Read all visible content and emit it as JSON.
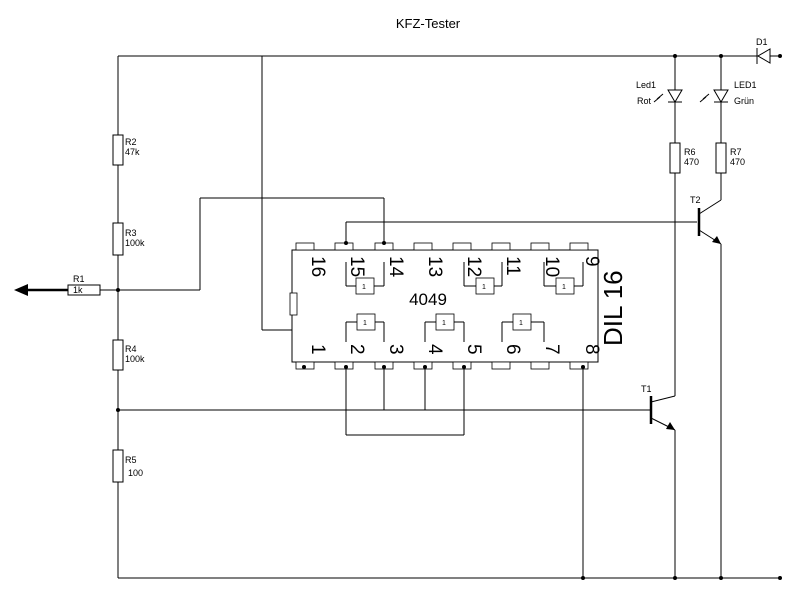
{
  "title": "KFZ-Tester",
  "ic": {
    "name": "4049",
    "package": "DIL 16",
    "top_pins": [
      "16",
      "15",
      "14",
      "13",
      "12",
      "11",
      "10",
      "9"
    ],
    "bottom_pins": [
      "1",
      "2",
      "3",
      "4",
      "5",
      "6",
      "7",
      "8"
    ],
    "gate_symbol": "1"
  },
  "resistors": {
    "r1": {
      "name": "R1",
      "value": "1k"
    },
    "r2": {
      "name": "R2",
      "value": "47k"
    },
    "r3": {
      "name": "R3",
      "value": "100k"
    },
    "r4": {
      "name": "R4",
      "value": "100k"
    },
    "r5": {
      "name": "R5",
      "value": "100"
    },
    "r6": {
      "name": "R6",
      "value": "470"
    },
    "r7": {
      "name": "R7",
      "value": "470"
    }
  },
  "leds": {
    "red": {
      "name": "Led1",
      "color_label": "Rot"
    },
    "green": {
      "name": "LED1",
      "color_label": "Grün"
    }
  },
  "diode": {
    "name": "D1"
  },
  "transistors": {
    "t1": "T1",
    "t2": "T2"
  }
}
